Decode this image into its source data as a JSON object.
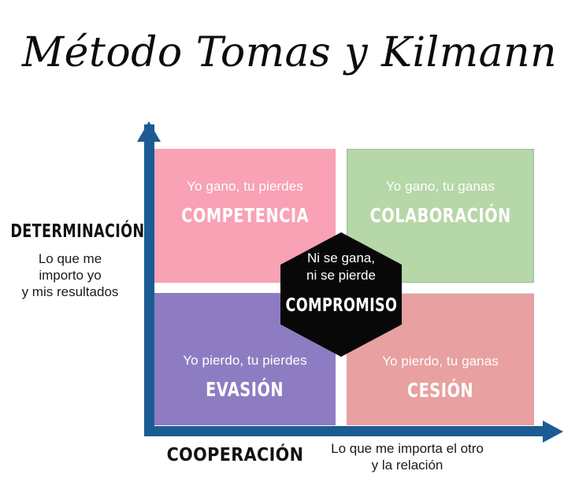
{
  "title": "Método Tomas y Kilmann",
  "colors": {
    "axis": "#1c5c94",
    "competencia": "#f9a1b5",
    "colaboracion": "#b6d7a8",
    "evasion": "#8e7cc3",
    "cesion": "#e8a0a0",
    "compromiso": "#080808",
    "background": "#ffffff"
  },
  "axes": {
    "vertical": {
      "heading": "DETERMINACIÓN",
      "description": "Lo que me\nimporto yo\ny mis resultados",
      "description_lines": [
        "Lo que me",
        "importo yo",
        "y mis resultados"
      ]
    },
    "horizontal": {
      "heading": "COOPERACIÓN",
      "description": "Lo que me importa el otro\ny la relación",
      "description_lines": [
        "Lo que me importa el otro",
        "y la relación"
      ]
    }
  },
  "quadrants": [
    {
      "id": "competencia",
      "outcome": "Yo gano, tu pierdes",
      "name": "COMPETENCIA",
      "color": "#f9a1b5",
      "position": "top-left"
    },
    {
      "id": "colaboracion",
      "outcome": "Yo gano, tu ganas",
      "name": "COLABORACIÓN",
      "color": "#b6d7a8",
      "position": "top-right"
    },
    {
      "id": "evasion",
      "outcome": "Yo pierdo, tu pierdes",
      "name": "EVASIÓN",
      "color": "#8e7cc3",
      "position": "bottom-left"
    },
    {
      "id": "cesion",
      "outcome": "Yo pierdo, tu ganas",
      "name": "CESIÓN",
      "color": "#e8a0a0",
      "position": "bottom-right"
    }
  ],
  "center": {
    "id": "compromiso",
    "outcome": "Ni se gana,\nni se pierde",
    "outcome_lines": [
      "Ni se gana,",
      "ni se pierde"
    ],
    "name": "COMPROMISO",
    "color": "#080808",
    "shape": "hexagon"
  }
}
